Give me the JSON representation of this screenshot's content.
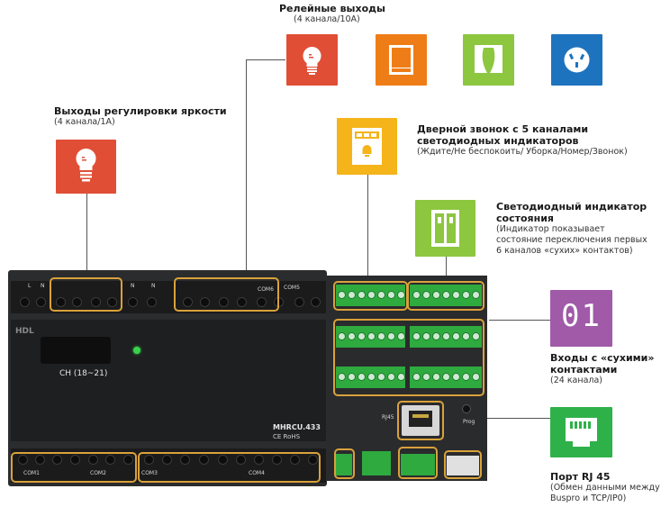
{
  "relay": {
    "title": "Релейные выходы",
    "sub": "(4 канала/10A)"
  },
  "dimming": {
    "title": "Выходы регулировки яркости",
    "sub": "(4 канала/1A)"
  },
  "doorbell": {
    "title_line1": "Дверной звонок с 5 каналами",
    "title_line2": "светодиодных индикаторов",
    "sub": "(Ждите/Не беспокоить/ Уборка/Номер/Звонок)"
  },
  "status_led": {
    "title_line1": "Светодиодный индикатор",
    "title_line2": "состояния",
    "sub_line1": "(Индикатор показывает",
    "sub_line2": "состояние переключения первых",
    "sub_line3": "6 каналов «сухих» контактов)"
  },
  "dry_contacts": {
    "tile_text": "01",
    "title_line1": "Входы с «сухими»",
    "title_line2": "контактами",
    "sub": "(24 канала)"
  },
  "rj45": {
    "title": "Порт RJ 45",
    "sub_line1": "(Обмен данными между",
    "sub_line2": "Buspro и TCP/IP0)"
  },
  "device": {
    "brand": "HDL",
    "channel_label": "CH (18~21)",
    "model": "MHRCU.433",
    "cert": "CE RoHS",
    "port_label": "RJ45",
    "prog_label": "Prog",
    "top_labels": [
      "L",
      "N",
      "N",
      "N",
      "COM6",
      "COM5"
    ],
    "bottom_labels": [
      "COM1",
      "COM2",
      "COM3",
      "COM4"
    ]
  },
  "colors": {
    "red": "#e04e36",
    "orange": "#ef7d17",
    "green": "#8dc63f",
    "blue": "#1e73be",
    "yellow": "#f4b41a",
    "purple": "#a05aa8",
    "bright_green": "#2fb14a",
    "highlight": "#d9a23a"
  },
  "icons": [
    "bulb-icon",
    "curtain-icon",
    "curtain-open-icon",
    "socket-icon",
    "doorbell-panel-icon",
    "switch-icon",
    "network-port-icon"
  ]
}
